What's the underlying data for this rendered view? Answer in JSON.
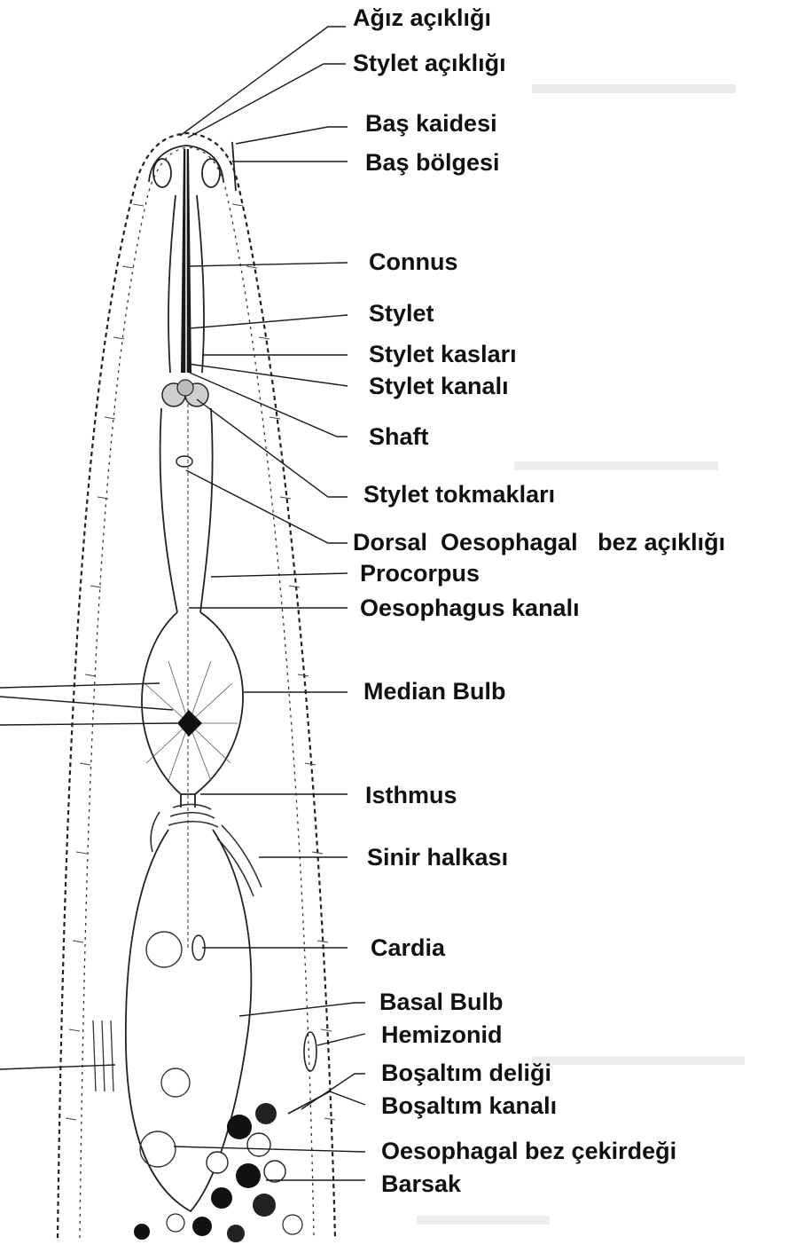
{
  "labels": {
    "agiz_acikligi": "Ağız açıklığı",
    "stylet_acikligi": "Stylet açıklığı",
    "bas_kaidesi": "Baş kaidesi",
    "bas_bolgesi": "Baş bölgesi",
    "connus": "Connus",
    "stylet": "Stylet",
    "stylet_kaslari": "Stylet kasları",
    "stylet_kanali": "Stylet kanalı",
    "shaft": "Shaft",
    "stylet_tokmaklari": "Stylet tokmakları",
    "dorsal_oesophagal": "Dorsal  Oesophagal   bez açıklığı",
    "procorpus": "Procorpus",
    "oesophagus_kanali": "Oesophagus kanalı",
    "median_bulb": "Median Bulb",
    "isthmus": "Isthmus",
    "sinir_halkasi": "Sinir halkası",
    "cardia": "Cardia",
    "basal_bulb": "Basal Bulb",
    "hemizonid": "Hemizonid",
    "bosaltim_deligi": "Boşaltım deliği",
    "bosaltim_kanali": "Boşaltım kanalı",
    "oesophagal_bez_cekirdegi": "Oesophagal bez çekirdeği",
    "barsak": "Barsak"
  },
  "colors": {
    "ink": "#111111",
    "paper": "#ffffff",
    "bleed": "#c9c9c9"
  }
}
